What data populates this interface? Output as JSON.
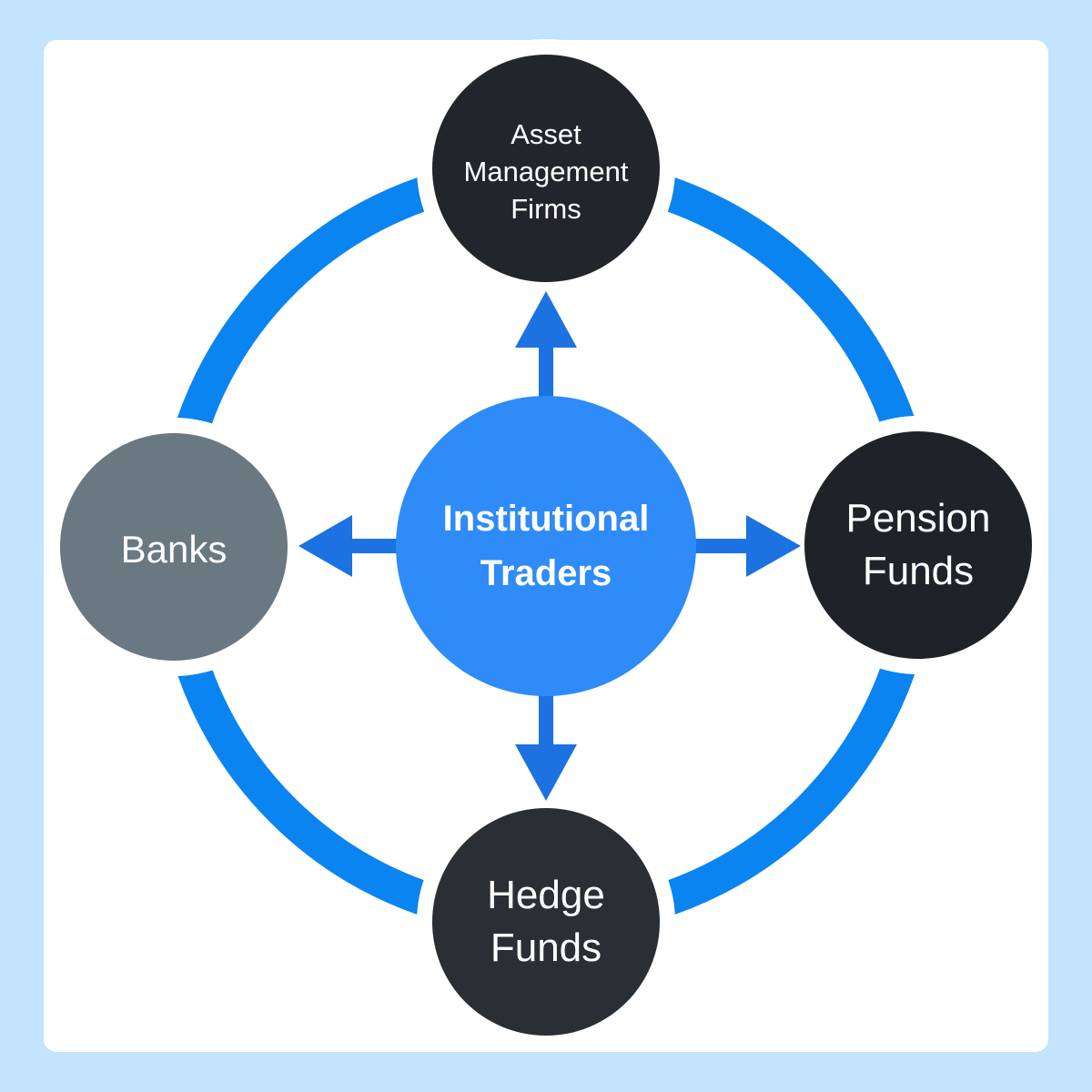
{
  "diagram": {
    "colors": {
      "page_background": "#c4e3fc",
      "card_background": "#ffffff",
      "ring": "#0a84f0",
      "arrow": "#1b72e0",
      "center_node": "#2e8bf8",
      "dark_node": "#22262c",
      "gray_node": "#6a7882",
      "text": "#ffffff"
    },
    "center": {
      "lines": [
        "Institutional",
        "Traders"
      ]
    },
    "nodes": {
      "top": {
        "lines": [
          "Asset",
          "Management",
          "Firms"
        ]
      },
      "left": {
        "lines": [
          "Banks"
        ]
      },
      "right": {
        "lines": [
          "Pension",
          "Funds"
        ]
      },
      "bottom": {
        "lines": [
          "Hedge",
          "Funds"
        ]
      }
    }
  }
}
